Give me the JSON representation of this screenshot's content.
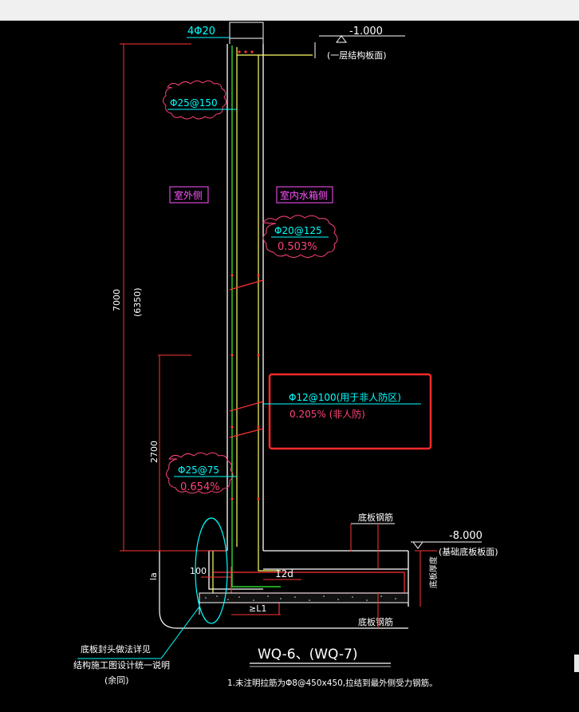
{
  "colors": {
    "background": "#000000",
    "wall": "#ffffff",
    "rebar": "#ffff66",
    "rebar_inner": "#33ff33",
    "cyan_text": "#00ffff",
    "magenta_text": "#ff55ff",
    "cloud": "#ff3366",
    "leader": "#ff3333",
    "dim": "#ff3333",
    "highlight": "#ff2a2a",
    "gravel": "#ffffff"
  },
  "labels": {
    "top_rebar": "4Φ20",
    "elev_top": "-1.000",
    "elev_top_note": "(一层结构板面)",
    "outer_side": "室外侧",
    "inner_side": "室内水箱侧",
    "dim_total": "7000",
    "dim_total_sub": "(6350)",
    "dim_lower": "2700",
    "spec_upper_outer": "Φ25@150",
    "spec_inner_main": "Φ20@125",
    "spec_inner_ratio": "0.503%",
    "spec_highlight_main": "Φ12@100(用于非人防区)",
    "spec_highlight_ratio": "0.205% (非人防)",
    "spec_lower_outer": "Φ25@75",
    "spec_lower_ratio": "0.654%",
    "slab_top_rebar": "底板钢筋",
    "slab_bottom_rebar": "底板钢筋",
    "elev_bottom": "-8.000",
    "elev_bottom_note": "(基础底板板面)",
    "slab_thickness": "底板厚度",
    "dim_100": "100",
    "dim_la": "la",
    "dim_12d": "12d",
    "dim_l1": "≥L1",
    "note_line1": "底板封头做法详见",
    "note_line2": "结构施工图设计统一说明",
    "note_line3": "(余同)",
    "title": "WQ-6、(WQ-7)",
    "footnote": "1.未注明拉筋为Φ8@450x450,拉结到最外侧受力钢筋。"
  }
}
